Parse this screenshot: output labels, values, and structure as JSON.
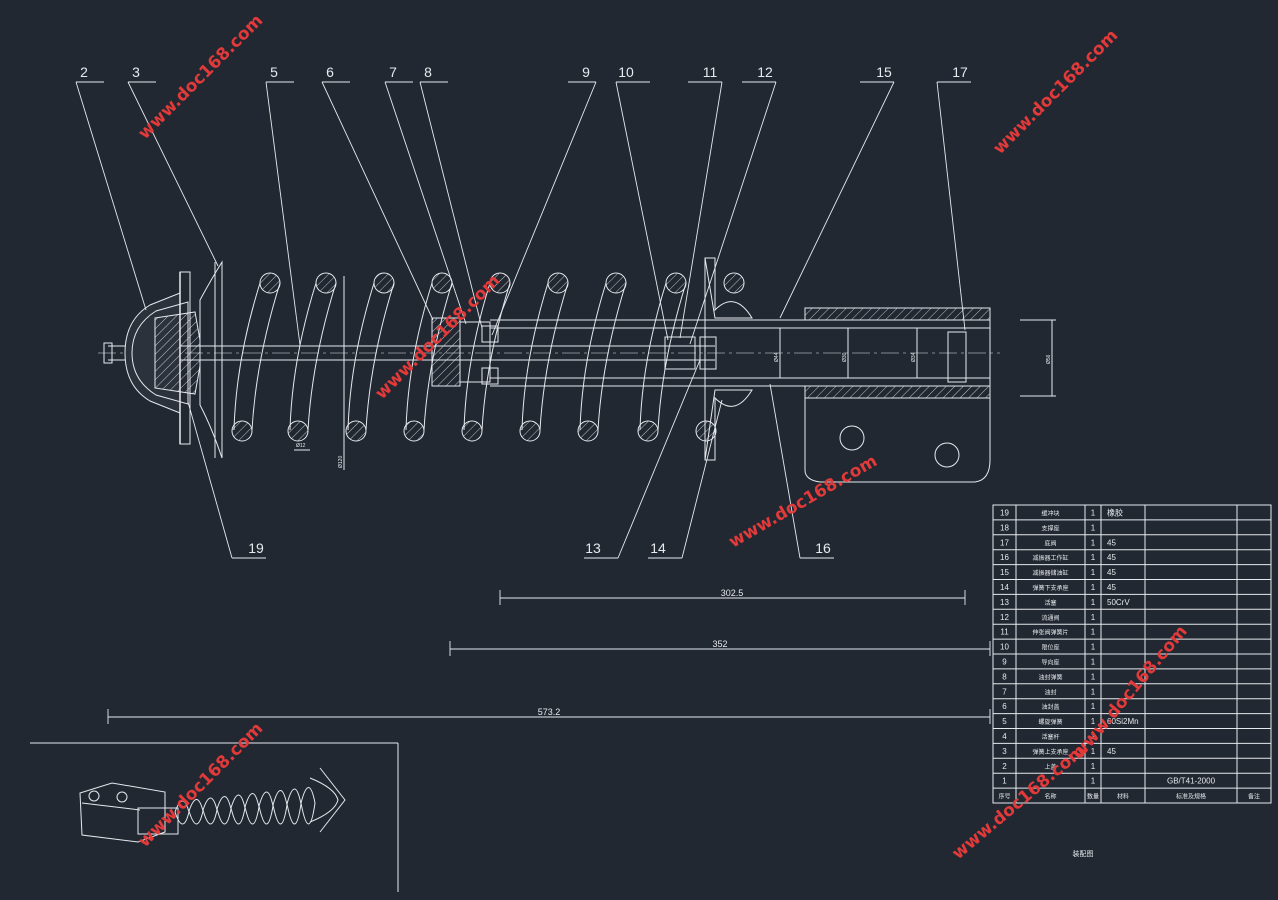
{
  "colors": {
    "background": "#222831",
    "line": "#e6e9ee",
    "watermark": "#e23a3a"
  },
  "callouts": [
    "2",
    "3",
    "5",
    "6",
    "7",
    "8",
    "9",
    "10",
    "11",
    "12",
    "15",
    "17",
    "19",
    "13",
    "14",
    "16"
  ],
  "dimensions": {
    "d1": "302.5",
    "d2": "352",
    "d3": "573.2"
  },
  "small_dims": {
    "wire": "Ø12",
    "spring_od": "Ø120",
    "rod": "Ø44",
    "bore": "Ø30",
    "piston": "Ø34",
    "tube": "Ø56"
  },
  "bom": {
    "rows": [
      {
        "no": "19",
        "name": "缓冲块",
        "qty": "1",
        "material": "橡胶",
        "standard": ""
      },
      {
        "no": "18",
        "name": "支撑座",
        "qty": "1",
        "material": "",
        "standard": ""
      },
      {
        "no": "17",
        "name": "底阀",
        "qty": "1",
        "material": "45",
        "standard": ""
      },
      {
        "no": "16",
        "name": "减振器工作缸",
        "qty": "1",
        "material": "45",
        "standard": ""
      },
      {
        "no": "15",
        "name": "减振器储油缸",
        "qty": "1",
        "material": "45",
        "standard": ""
      },
      {
        "no": "14",
        "name": "弹簧下支承座",
        "qty": "1",
        "material": "45",
        "standard": ""
      },
      {
        "no": "13",
        "name": "活塞",
        "qty": "1",
        "material": "50CrV",
        "standard": ""
      },
      {
        "no": "12",
        "name": "流通阀",
        "qty": "1",
        "material": "",
        "standard": ""
      },
      {
        "no": "11",
        "name": "伸张阀弹簧片",
        "qty": "1",
        "material": "",
        "standard": ""
      },
      {
        "no": "10",
        "name": "限位座",
        "qty": "1",
        "material": "",
        "standard": ""
      },
      {
        "no": "9",
        "name": "导向座",
        "qty": "1",
        "material": "",
        "standard": ""
      },
      {
        "no": "8",
        "name": "油封弹簧",
        "qty": "1",
        "material": "",
        "standard": ""
      },
      {
        "no": "7",
        "name": "油封",
        "qty": "1",
        "material": "",
        "standard": ""
      },
      {
        "no": "6",
        "name": "油封盖",
        "qty": "1",
        "material": "",
        "standard": ""
      },
      {
        "no": "5",
        "name": "螺旋弹簧",
        "qty": "1",
        "material": "60Si2Mn",
        "standard": ""
      },
      {
        "no": "4",
        "name": "活塞杆",
        "qty": "1",
        "material": "",
        "standard": ""
      },
      {
        "no": "3",
        "name": "弹簧上支承座",
        "qty": "1",
        "material": "45",
        "standard": ""
      },
      {
        "no": "2",
        "name": "上盖",
        "qty": "1",
        "material": "",
        "standard": ""
      },
      {
        "no": "1",
        "name": "",
        "qty": "1",
        "material": "",
        "standard": "GB/T41-2000"
      }
    ],
    "header": {
      "no": "序号",
      "name": "名称",
      "qty": "数量",
      "material": "材料",
      "standard": "标准及规格",
      "remark": "备注"
    },
    "footer": "装配图"
  },
  "watermarks": [
    "www.doc168.com",
    "www.doc168.com",
    "www.doc168.com",
    "www.doc168.com",
    "www.doc168.com",
    "www.doc168.com",
    "www.doc168.com"
  ]
}
